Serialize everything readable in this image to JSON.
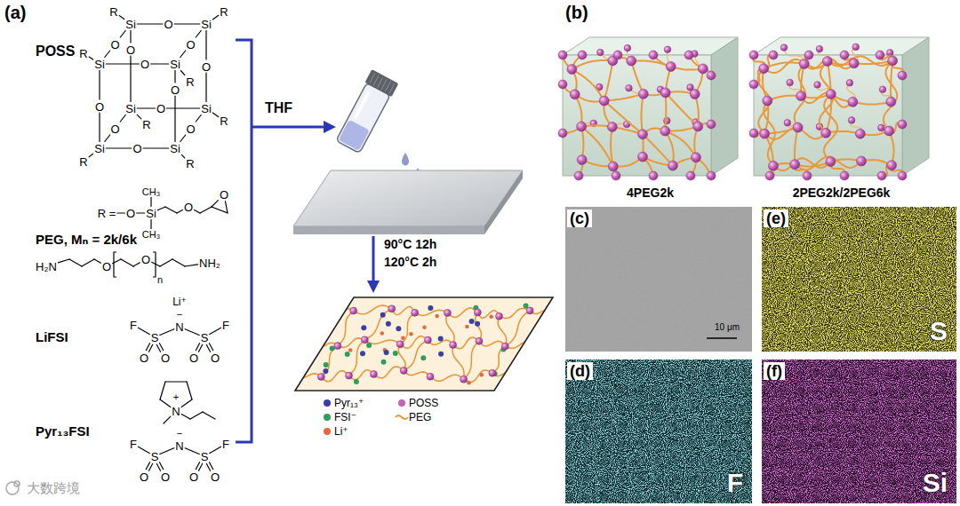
{
  "diagram": {
    "nodes": [
      {
        "text": [
          "4PEG2k"
        ]
      },
      {
        "text": [
          "2PEG2k/2PEG6k"
        ]
      },
      {
        "text": [
          "(c)",
          "10 μm"
        ]
      },
      {
        "text": [
          "(e)",
          "S"
        ]
      },
      {
        "text": [
          "(d)",
          "F"
        ]
      },
      {
        "text": [
          "(f)",
          "Si"
        ]
      }
    ],
    "labels": [
      "(a)",
      "POSS",
      "Si",
      "Si",
      "Si",
      "Si",
      "Si",
      "Si",
      "Si",
      "Si",
      "O",
      "O",
      "O",
      "O",
      "O",
      "O",
      "O",
      "O",
      "O",
      "O",
      "O",
      "O",
      "R",
      "R",
      "R",
      "R",
      "R",
      "R",
      "R",
      "R",
      "R =",
      "O",
      "Si",
      "CH₃",
      "CH₃",
      "O",
      "O",
      "PEG, Mₙ = 2k/6k",
      "H₂N",
      "O",
      "O",
      "n",
      "NH₂",
      "LiFSI",
      "Li⁺",
      "−",
      "F",
      "S",
      "N",
      "S",
      "F",
      "O",
      "O",
      "O",
      "O",
      "Pyr₁₃FSI",
      "N",
      "+",
      "−",
      "F",
      "S",
      "N",
      "S",
      "F",
      "O",
      "O",
      "O",
      "O",
      "THF",
      "90°C 12h",
      "120°C 2h",
      "(b)",
      "大数跨境"
    ],
    "legend": [
      {
        "text": "Pyr₁₃⁺",
        "color": "#3a3fa6"
      },
      {
        "text": "POSS",
        "color": "#c462b5"
      },
      {
        "text": "FSI⁻",
        "color": "#2f9e5a"
      },
      {
        "text": "PEG"
      },
      {
        "text": "Li⁺",
        "color": "#e5673a"
      }
    ]
  }
}
